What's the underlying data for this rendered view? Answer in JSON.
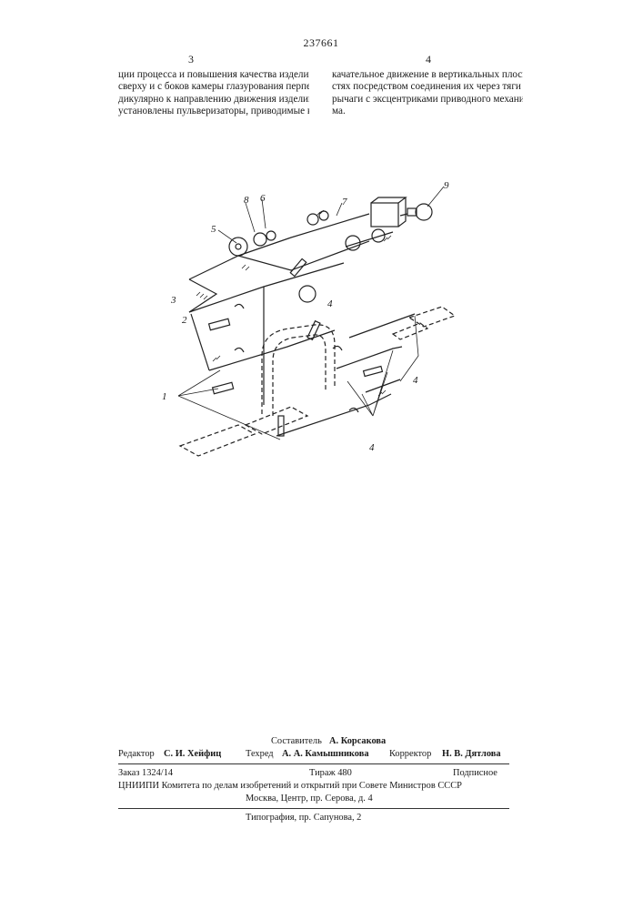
{
  "header": {
    "patent_number": "237661",
    "col_left_number": "3",
    "col_right_number": "4"
  },
  "text": {
    "left_lines": [
      "ции процесса и повышения качества изделий,",
      "сверху и с боков камеры глазурования перпен-",
      "дикулярно к направлению движения изделий",
      "установлены пульверизаторы, приводимые в"
    ],
    "right_lines": [
      "качательное движение в вертикальных плоско-",
      "стях посредством соединения их через тяги и",
      "рычаги с эксцентриками приводного механиз-",
      "ма."
    ]
  },
  "figure_labels": {
    "l1": "1",
    "l2": "2",
    "l3": "3",
    "l4a": "4",
    "l4b": "4",
    "l4c": "4",
    "l5": "5",
    "l6": "6",
    "l7": "7",
    "l8": "8",
    "l9": "9"
  },
  "imprint": {
    "compiler_label": "Составитель",
    "compiler_name": "А. Корсакова",
    "editor_label": "Редактор",
    "editor_name": "С. И. Хейфиц",
    "techred_label": "Техред",
    "techred_name": "А. А. Камышникова",
    "corrector_label": "Корректор",
    "corrector_name": "Н. В. Дятлова",
    "order": "Заказ 1324/14",
    "circulation": "Тираж 480",
    "subscription": "Подписное",
    "institute": "ЦНИИПИ Комитета по делам изобретений и открытий при Совете Министров СССР",
    "address": "Москва, Центр, пр. Серова, д. 4",
    "printer": "Типография, пр. Сапунова, 2"
  }
}
